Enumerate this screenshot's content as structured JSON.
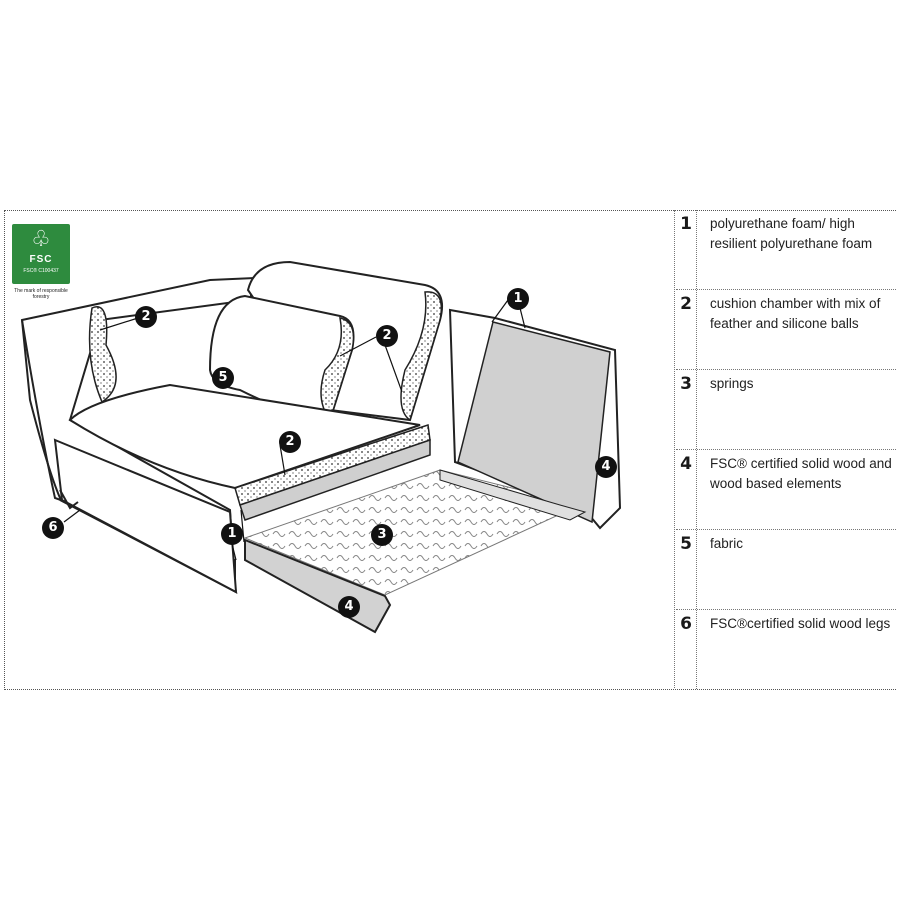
{
  "logo": {
    "mark": "♧",
    "word": "FSC",
    "code": "FSC® C100437",
    "tagline": "The mark of responsible forestry"
  },
  "callouts": {
    "c1_top": "1",
    "c1_bottom": "1",
    "c2_arm": "2",
    "c2_pillow": "2",
    "c2_seat": "2",
    "c3": "3",
    "c4_right": "4",
    "c4_bottom": "4",
    "c5": "5",
    "c6": "6"
  },
  "legend": [
    {
      "num": "1",
      "text": "polyurethane foam/ high resilient polyurethane foam"
    },
    {
      "num": "2",
      "text": "cushion chamber with mix of feather and silicone balls"
    },
    {
      "num": "3",
      "text": "springs"
    },
    {
      "num": "4",
      "text": "FSC® certified solid wood and wood based elements"
    },
    {
      "num": "5",
      "text": "fabric"
    },
    {
      "num": "6",
      "text": "FSC®certified solid wood legs"
    }
  ]
}
